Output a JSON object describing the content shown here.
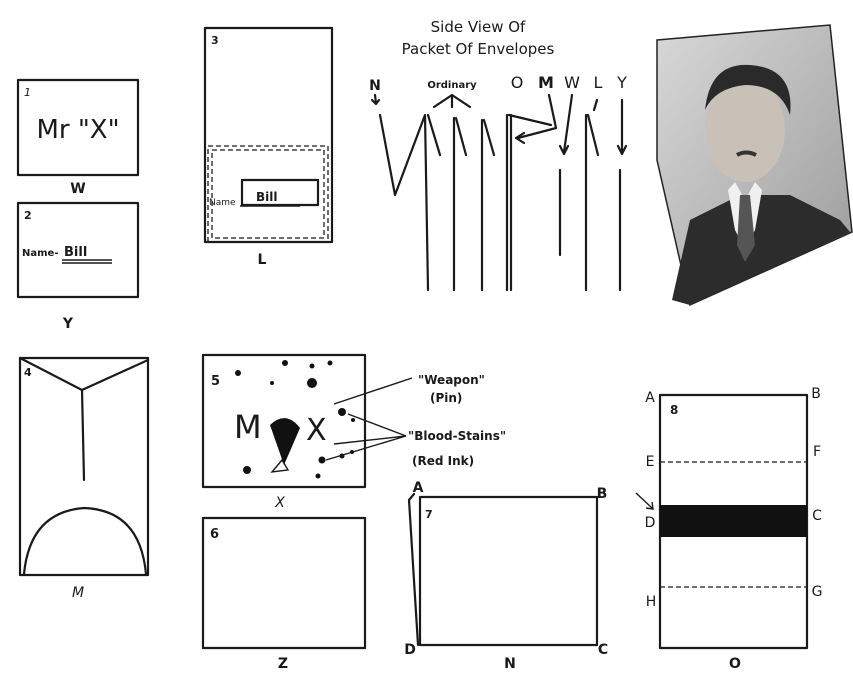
{
  "panels": {
    "p1": {
      "number": "1",
      "text": "Mr \"X\"",
      "caption": "W"
    },
    "p2": {
      "number": "2",
      "name_label": "Name-",
      "name_value": "Bill",
      "caption": "Y"
    },
    "p3": {
      "number": "3",
      "name_label": "Name",
      "name_value": "Bill",
      "caption": "L"
    },
    "p4": {
      "number": "4",
      "caption": "M"
    },
    "p5": {
      "number": "5",
      "text_m": "M",
      "text_x": "X",
      "caption": "X"
    },
    "p6": {
      "number": "6",
      "caption": "Z"
    },
    "p7": {
      "number": "7",
      "corners": [
        "A",
        "B",
        "C",
        "D"
      ],
      "caption": "N"
    },
    "p8": {
      "number": "8",
      "labels": [
        "A",
        "B",
        "E",
        "F",
        "D",
        "C",
        "H",
        "G"
      ],
      "caption": "O"
    }
  },
  "side_view": {
    "title_line1": "Side View Of",
    "title_line2": "Packet Of Envelopes",
    "labels": [
      "N",
      "Ordinary",
      "O",
      "M",
      "W",
      "L",
      "Y"
    ]
  },
  "annotations": {
    "weapon": "\"Weapon\"",
    "weapon_sub": "(Pin)",
    "blood": "\"Blood-Stains\"",
    "blood_sub": "(Red Ink)"
  },
  "colors": {
    "ink": "#1a1a1a",
    "paper": "#ffffff"
  }
}
